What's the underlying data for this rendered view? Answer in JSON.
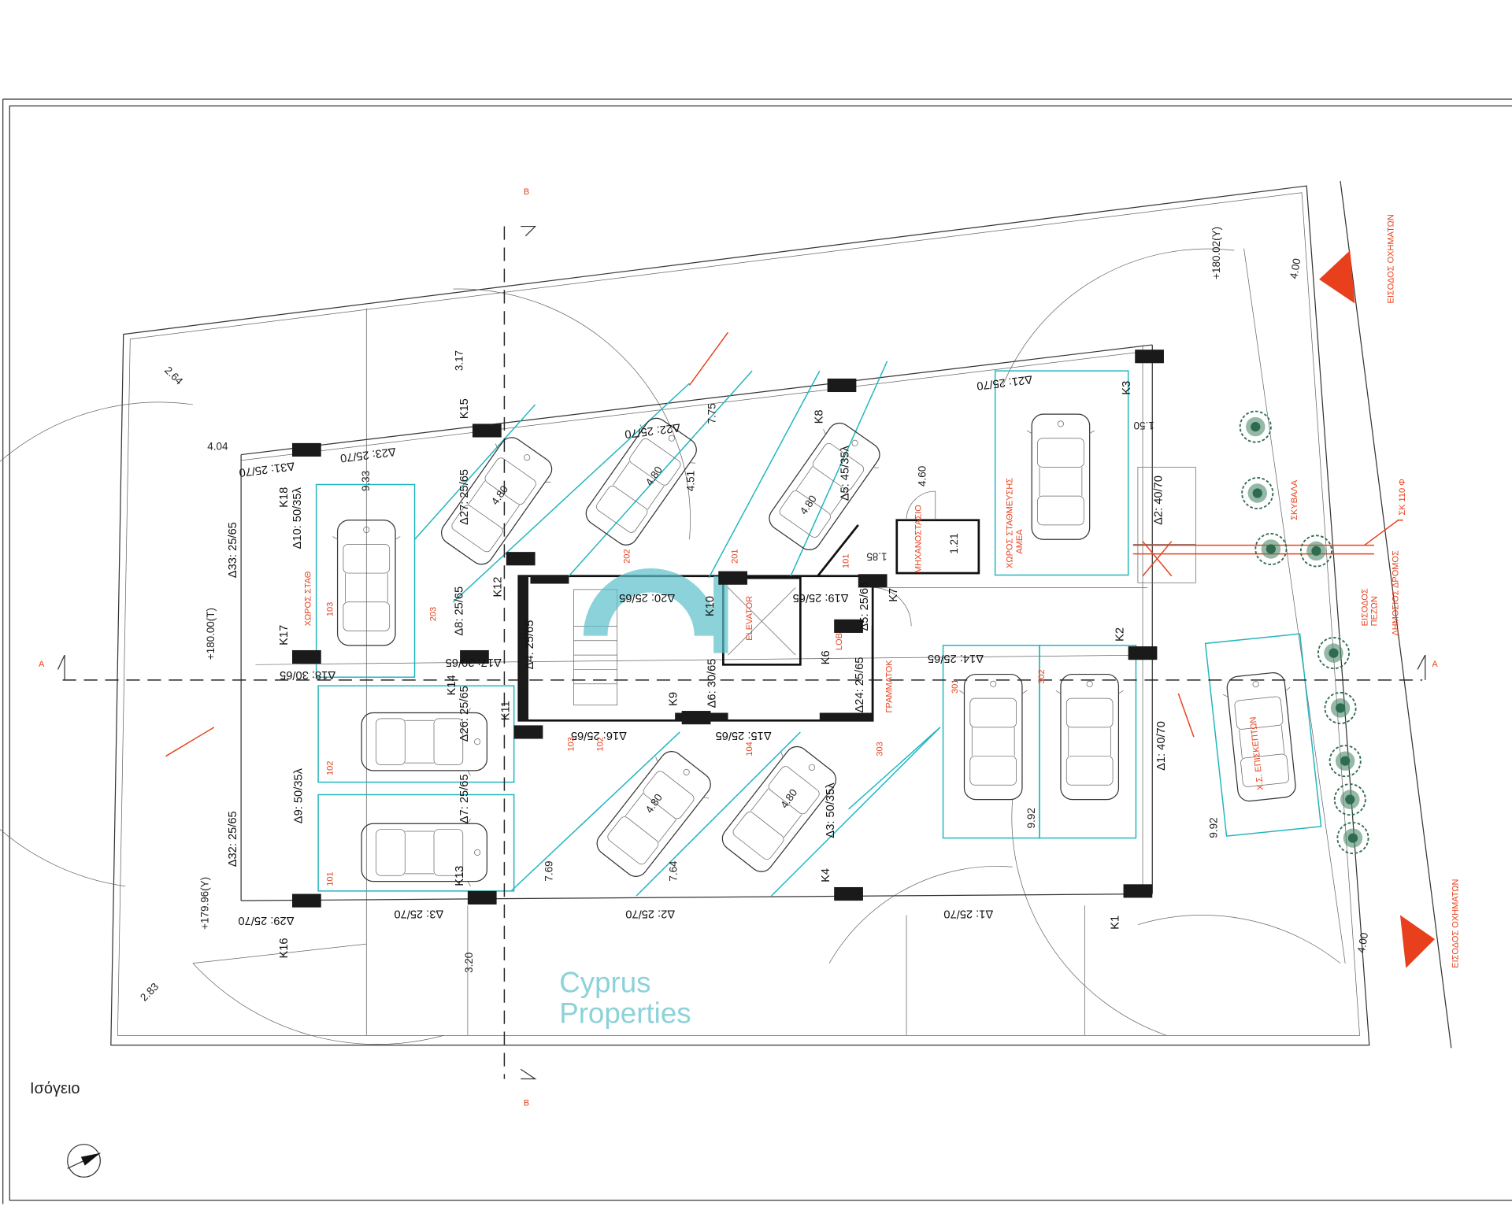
{
  "drawing": {
    "floor_title": "Ισόγειο",
    "watermark": {
      "line1": "Cyprus",
      "line2": "Properties",
      "color": "#5bbfca"
    },
    "accent_colors": {
      "parking": "#1fb5bd",
      "annotation": "#e8401c",
      "trees": "#2f6b4f"
    },
    "section_markers": [
      "A",
      "A",
      "B",
      "B"
    ],
    "labels": {
      "vehicle_entrance_top": "ΕΙΣΟΔΟΣ ΟΧΗΜΑΤΩΝ",
      "vehicle_entrance_bottom": "ΕΙΣΟΔΟΣ ΟΧΗΜΑΤΩΝ",
      "refuse": "ΣΚΥΒΑΛΑ",
      "pedestrian_entrance_1": "ΕΙΣΟΔΟΣ",
      "pedestrian_entrance_2": "ΠΕΖΩΝ",
      "public_road": "ΔΗΜΟΣΙΟΣ ΔΡΟΜΟΣ",
      "disabled_parking_1": "ΧΩΡΟΣ ΣΤΑΘΜΕΥΣΗΣ",
      "disabled_parking_2": "ΑΜΕΑ",
      "machine_room": "ΜΗΧΑΝΟΣΤΑΣΙΟ",
      "elevator": "ELEVATOR",
      "lobby": "LOBBY",
      "mailboxes": "ΓΡΑΜΜΑΤΟΚ",
      "visitor_parking": "Χ.Σ. ΕΠΙΣΚΕΠΤΩΝ",
      "parking_area_left": "ΧΩΡΟΣ ΣΤΑΘ",
      "pipe": "ΣΚ 110 Φ",
      "level_1": "+180.00(Τ)",
      "level_2": "+180.02(Υ)",
      "level_3": "+179.96(Υ)"
    },
    "columns": [
      "K1",
      "K2",
      "K3",
      "K4",
      "K6",
      "K7",
      "K8",
      "K9",
      "K10",
      "K11",
      "K12",
      "K13",
      "K14",
      "K15",
      "K16",
      "K17",
      "K18"
    ],
    "beams": [
      "Δ1: 25/70",
      "Δ2: 25/70",
      "Δ3: 25/70",
      "Δ14: 25/65",
      "Δ15: 25/65",
      "Δ16: 25/65",
      "Δ19: 25/65",
      "Δ20: 25/65",
      "Δ21: 25/70",
      "Δ22: 25/70",
      "Δ23: 25/70",
      "Δ29: 25/70",
      "Δ31: 25/70",
      "Δ4: 25/65",
      "Δ5: 25/65",
      "Δ6: 30/65",
      "Δ7: 25/65",
      "Δ8: 25/65",
      "Δ26: 25/65",
      "Δ27: 25/65",
      "Δ32: 25/65",
      "Δ33: 25/65",
      "Δ1: 40/70",
      "Δ2: 40/70",
      "Δ3: 50/35λ",
      "Δ5: 45/35λ",
      "Δ9: 50/35λ",
      "Δ10: 50/35λ",
      "Δ18: 30/65",
      "Δ24: 25/65",
      "Δ17: 30/65"
    ],
    "parking_numbers": [
      "101",
      "102",
      "103",
      "201",
      "202",
      "203",
      "104",
      "303",
      "301",
      "101",
      "102",
      "103",
      "302"
    ],
    "dimensions": [
      "4.00",
      "4.00",
      "4.80",
      "4.80",
      "4.80",
      "4.80",
      "4.80",
      "9.92",
      "9.92",
      "3.17",
      "3.20",
      "2.64",
      "2.83",
      "4.04",
      "9.33",
      "7.69",
      "7.64",
      "1.85",
      "1.21",
      "4.60",
      "1.50",
      "4.51",
      "7.75"
    ]
  }
}
